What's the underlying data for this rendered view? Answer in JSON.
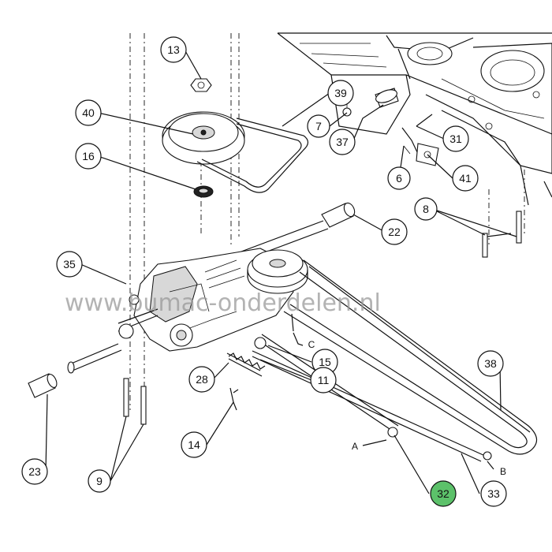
{
  "watermark": "www.bumac-onderdelen.nl",
  "highlight_color": "#5cc16a",
  "callouts": [
    {
      "id": "c13",
      "label": "13"
    },
    {
      "id": "c40",
      "label": "40"
    },
    {
      "id": "c16",
      "label": "16"
    },
    {
      "id": "c39",
      "label": "39"
    },
    {
      "id": "c7",
      "label": "7"
    },
    {
      "id": "c37",
      "label": "37"
    },
    {
      "id": "c31",
      "label": "31"
    },
    {
      "id": "c6",
      "label": "6"
    },
    {
      "id": "c41",
      "label": "41"
    },
    {
      "id": "c8",
      "label": "8"
    },
    {
      "id": "c22",
      "label": "22"
    },
    {
      "id": "c35",
      "label": "35"
    },
    {
      "id": "c15",
      "label": "15"
    },
    {
      "id": "c11",
      "label": "11"
    },
    {
      "id": "c38",
      "label": "38"
    },
    {
      "id": "c28",
      "label": "28"
    },
    {
      "id": "c14",
      "label": "14"
    },
    {
      "id": "c23",
      "label": "23"
    },
    {
      "id": "c9",
      "label": "9"
    },
    {
      "id": "c32",
      "label": "32",
      "highlight": true
    },
    {
      "id": "c33",
      "label": "33"
    }
  ],
  "letters": {
    "A": "A",
    "B": "B",
    "C": "C"
  }
}
